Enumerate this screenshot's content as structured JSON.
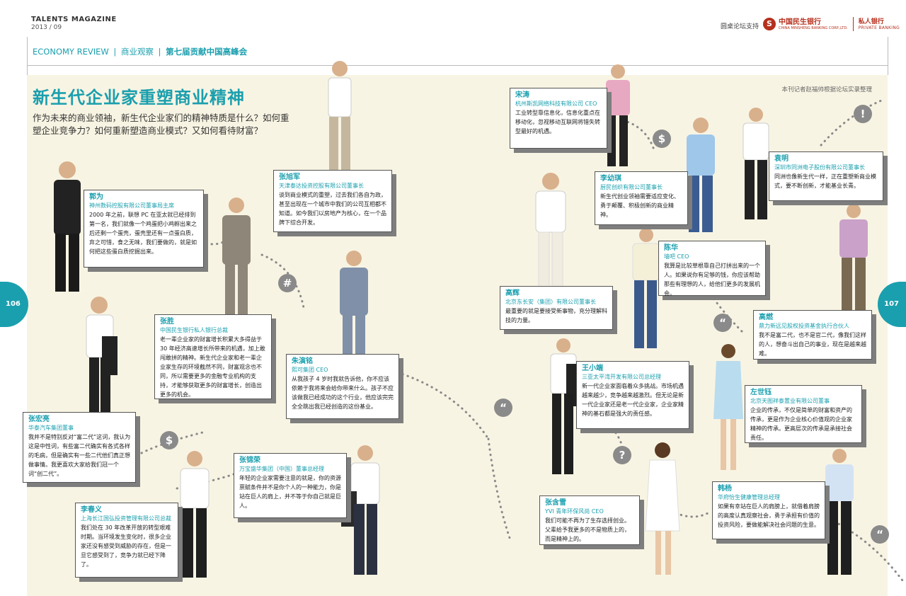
{
  "header": {
    "magazine": "TALENTS MAGAZINE",
    "date": "2013 / 09",
    "support": "圆桌论坛支持",
    "bank_name": "中国民生银行",
    "bank_sub": "CHINA MINSHENG BANKING CORP.,LTD.",
    "pb_name": "私人银行",
    "pb_sub": "PRIVATE BANKING"
  },
  "section": {
    "part1": "ECONOMY REVIEW",
    "part2": "商业观察",
    "part3": "第七届贡献中国高峰会"
  },
  "title": "新生代企业家重塑商业精神",
  "subtitle": "作为未来的商业领袖，新生代企业家们的精神特质是什么？如何重塑企业竞争力？如何重新塑造商业模式？又如何看待财富？",
  "reporter": "本刊记者赵福帅根据论坛实录整理",
  "pages": {
    "left": "106",
    "right": "107"
  },
  "icons": {
    "dollar": "$",
    "hash": "#",
    "quote": "“",
    "question": "?",
    "exclaim": "!"
  },
  "colors": {
    "accent": "#1a9fae",
    "shadow": "#7e7e7e",
    "bank": "#b5301d"
  },
  "speakers": [
    {
      "name": "郭为",
      "role": "神州数码控股有限公司董事局主席",
      "quote": "2000 年之前，联想 PC 在亚太就已经排到第一名，我们就像一个鸡蛋把小鸡孵出来之后还剩一个蛋壳，蛋壳里还有一点蛋白质，弃之可惜，食之无味，我们要做的，就是如何把这些蛋白质挖掘出来。"
    },
    {
      "name": "张旭军",
      "role": "天津泰达投资控股有限公司董事长",
      "quote": "谈到商业模式的重塑，过去我们各自为政，甚至出现在一个城市中我们的公司互相都不知道。如今我们以房地产为核心，在一个品牌下综合开发。"
    },
    {
      "name": "张胜",
      "role": "中国民生银行私人银行总裁",
      "quote": "老一辈企业家的财富增长积累大多得益于 30 年经济高速增长所带来的机遇，加上敢闯敢拼的精神。新生代企业家和老一辈企业家生存的环境截然不同，财富观念也不同，所以需要更多的金融专业机构的支持，才能够获取更多的财富增长，创造出更多的机会。"
    },
    {
      "name": "朱演铭",
      "role": "熙可集团 CEO",
      "quote": "从我孩子 4 岁时我就告诉他，你不应该依赖于我将来会给你带来什么。孩子不应该做我已经成功的这个行业，他应该完完全全跳出我已经创造的这份基业。"
    },
    {
      "name": "张宏亮",
      "role": "华泰汽车集团董事",
      "quote": "我并不是特别反对“富二代”这词，我认为这是中性词，有些富二代确实有各式各样的毛病，但是确实有一些二代他们真正想做事情。我更喜欢大家给我们冠一个词“创二代”。"
    },
    {
      "name": "张锦荣",
      "role": "万宝盛华集团（中国）董事总经理",
      "quote": "年轻的企业家需要注意的就是，你的资源禀赋条件并不是你个人的一种能力，你是站在巨人的肩上，并不等于你自己就是巨人。"
    },
    {
      "name": "李春义",
      "role": "上海长江国弘投资管理有限公司总裁",
      "quote": "我们处在 30 年改革开放的转型艰难时期。当环境发生变化时，很多企业家还没有感受到威胁的存在，但是一旦它感受到了，竞争力就已经下降了。"
    },
    {
      "name": "宋涛",
      "role": "杭州斯凯网络科技有限公司 CEO",
      "quote": "工业转型靠信息化，信息化重点在移动化，忽视移动互联网将错失转型最好的机遇。"
    },
    {
      "name": "李幼琪",
      "role": "厨民创织有限公司董事长",
      "quote": "新生代创业领袖需要适应变化、勇于颠覆、积极创新的商业精神。"
    },
    {
      "name": "袁明",
      "role": "深圳市同洲电子股份有限公司董事长",
      "quote": "同洲也像新生代一样，正在重塑新商业模式，要不断创新，才能基业长青。"
    },
    {
      "name": "陈华",
      "role": "墙吧 CEO",
      "quote": "我算是比较草根靠自己打拼出来的一个人。如果说你有足够的钱，你应该帮助那些有理想的人，给他们更多的发展机会。"
    },
    {
      "name": "高辉",
      "role": "北京东长安（集团）有限公司董事长",
      "quote": "最重要的就是要接受新事物，充分理解科技的力量。"
    },
    {
      "name": "高燃",
      "role": "鼎力新远见股权投资基金执行合伙人",
      "quote": "我不是富二代，也不是官二代，像我们这样的人，想奋斗出自己的事业，现在是越来越难。"
    },
    {
      "name": "王小端",
      "role": "三亚太平湾开发有限公司总经理",
      "quote": "新一代企业家面临着众多挑战。市场机遇越来越少，竞争越来越激烈。但无论是新一代企业家还是老一代企业家，企业家精神的基石都是强大的责任感。"
    },
    {
      "name": "左世钰",
      "role": "北京天图祥泰置业有限公司董事",
      "quote": "企业的传承，不仅是简单的财富和资产的传承，更是作为企业核心价值观的企业家精神的传承。更高层次的传承是承接社会责任。"
    },
    {
      "name": "张含雪",
      "role": "YVI 青年环保风尚 CEO",
      "quote": "我们可能不再为了生存选择创业。父辈给予我更多的不是物质上的，而是精神上的。"
    },
    {
      "name": "韩杨",
      "role": "华府怡生健康管理总经理",
      "quote": "如果有幸站在巨人的肩膀上，就借着肩膀的高度认真观察社会，勇于承担有价值的投资风险，要做能解决社会问题的生意。"
    }
  ]
}
